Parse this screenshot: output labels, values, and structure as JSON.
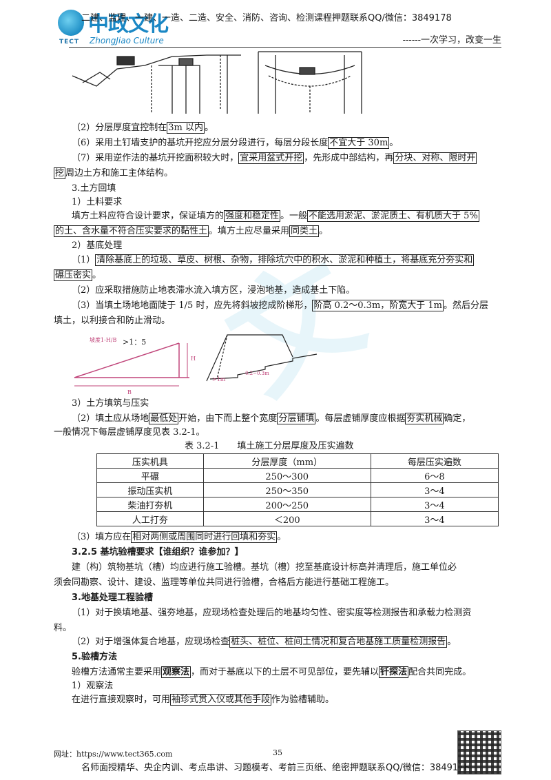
{
  "header": {
    "logo_cn": "中政文化",
    "logo_en": "ZhongJiao Culture",
    "logo_tect": "TECT",
    "top_line": "二建、监理、一建、一造、二造、安全、消防、咨询、检测课程押题联系QQ/微信：3849178",
    "right_slogan": "------一次学习，改变一生"
  },
  "lines": {
    "p2_a": "（2）分层厚度宜控制在",
    "p2_box": "3m 以内",
    "p2_b": "。",
    "p6_a": "（6）采用土钉墙支护的基坑开挖应分层分段进行，每层分段长度",
    "p6_box": "不宜大于 30m",
    "p6_b": "。",
    "p7_a": "（7）采用逆作法的基坑开挖面积较大时，",
    "p7_box1": "宜采用盆式开挖",
    "p7_b": "，先形成中部结构，再",
    "p7_box2": "分块、对称、限时开",
    "p7_c_box": "挖",
    "p7_c": "周边土方和施工主体结构。",
    "h3": "3.土方回填",
    "h3_1": "1）土料要求",
    "fill_a": "填方土料应符合设计要求，保证填方的",
    "fill_box1": "强度和稳定性",
    "fill_b": "。一般",
    "fill_box2": "不能选用淤泥、淤泥质土、有机质大于 5%",
    "fill_c_box": "的土、含水量不符合压实要求的黏性土",
    "fill_c": "。填方土应尽量采用",
    "fill_box3": "同类土",
    "fill_d": "。",
    "h3_2": "2）基底处理",
    "base1_a": "（1）",
    "base1_box": "清除基底上的垃圾、草皮、树根、杂物，排除坑穴中的积水、淤泥和种植土，将基底充分夯实和",
    "base1_c_box": "碾压密实",
    "base1_c": "。",
    "base2": "（2）应采取措施防止地表滞水流入填方区，浸泡地基，造成基土下陷。",
    "base3_a": "（3）当填土场地地面陡于 1/5 时，应先将斜坡挖成阶梯形，",
    "base3_box": "阶高 0.2～0.3m，阶宽大于 1m",
    "base3_b": "。然后分层",
    "base3_c": "填土，以利接合和防止滑动。",
    "h3_3": "3）土方填筑与压实",
    "comp2_a": "（2）填土应从场地",
    "comp2_box1": "最低处",
    "comp2_b": "开始，由下而上整个宽度",
    "comp2_box2": "分层铺填",
    "comp2_c": "。每层虚铺厚度应根据",
    "comp2_box3": "夯实机械",
    "comp2_d": "确定，",
    "comp2_e": "一般情况下每层虚铺厚度见表 3.2-1。",
    "comp3_a": "（3）填方应在",
    "comp3_box": "相对两侧或周围同时进行回填和夯实",
    "comp3_b": "。",
    "s325_a": "3.2.5 基坑验槽要求【谁组织？谁参加？】",
    "s325_p1": "建（构）筑物基坑（槽）均应进行施工验槽。基坑（槽）挖至基底设计标高并清理后，施工单位必",
    "s325_p2": "须会同勘察、设计、建设、监理等单位共同进行验槽，合格后方能进行基础工程施工。",
    "s3": "3.地基处理工程验槽",
    "s3_1a": "（1）对于换填地基、强夯地基，应现场检查处理后的地基均匀性、密实度等检测报告和承载力检测资",
    "s3_1b": "料。",
    "s3_2a": "（2）对于增强体复合地基，应现场检查",
    "s3_2box": "桩头、桩位、桩间土情况和复合地基施工质量检测报告",
    "s3_2b": "。",
    "s5": "5.验槽方法",
    "s5_a": "验槽方法通常主要采用",
    "s5_box1": "观察法",
    "s5_b": "，而对于基底以下的土层不可见部位，要先辅以",
    "s5_box2": "钎探法",
    "s5_c": "配合共同完成。",
    "s5_1": "1）观察法",
    "s5_p_a": "在进行直接观察时，可用",
    "s5_p_box": "袖珍式贯入仪或其他手段",
    "s5_p_b": "作为验槽辅助。"
  },
  "figure": {
    "slope_label": "坡度1-H/B",
    "slope_ratio": ">1：5",
    "label_h": "H",
    "label_b": "B",
    "step_label": "0.2~0.3m",
    "step_width": ">1m"
  },
  "table": {
    "caption": "表 3.2-1　　填土施工分层厚度及压实遍数",
    "headers": [
      "压实机具",
      "分层厚度（mm）",
      "每层压实遍数"
    ],
    "rows": [
      [
        "平碾",
        "250～300",
        "6～8"
      ],
      [
        "振动压实机",
        "250～350",
        "3～4"
      ],
      [
        "柴油打夯机",
        "200～250",
        "3～4"
      ],
      [
        "人工打夯",
        "＜200",
        "3～4"
      ]
    ]
  },
  "footer": {
    "url": "网址：https://www.tect365.com",
    "page": "35",
    "bottom": "名师面授精华、央企内训、考点串讲、习题模考、考前三页纸、绝密押题联系QQ/微信：3849178"
  },
  "colors": {
    "logo_blue": "#1a87c4",
    "figure_pink": "#c0457a",
    "watermark": "#78c8e1"
  }
}
